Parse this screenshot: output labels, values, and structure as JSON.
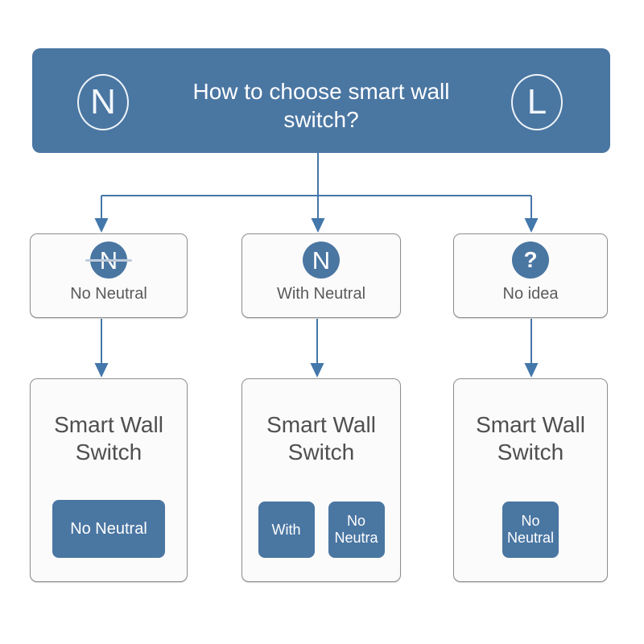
{
  "colors": {
    "accent_blue": "#4a76a2",
    "arrow_blue": "#4477aa",
    "card_bg": "#fbfbfb",
    "card_border": "#8f8f8f",
    "title_text": "#4f4f4f",
    "label_text": "#5a5a5a",
    "badge_outline": "#eef4f9"
  },
  "header": {
    "left_badge": "N",
    "right_badge": "L",
    "title_lines": [
      "How to choose smart wall",
      "switch?"
    ]
  },
  "branches": [
    {
      "icon": "N",
      "icon_name": "no-neutral-icon",
      "label": "No Neutral"
    },
    {
      "icon": "N",
      "icon_name": "with-neutral-icon",
      "label": "With Neutral"
    },
    {
      "icon": "?",
      "icon_name": "question-icon",
      "label": "No idea"
    }
  ],
  "products": [
    {
      "title": "Smart Wall Switch",
      "buttons": [
        "No Neutral"
      ]
    },
    {
      "title": "Smart Wall Switch",
      "buttons": [
        "With",
        "No Neutra"
      ]
    },
    {
      "title": "Smart Wall Switch",
      "buttons": [
        "No Neutral"
      ]
    }
  ]
}
